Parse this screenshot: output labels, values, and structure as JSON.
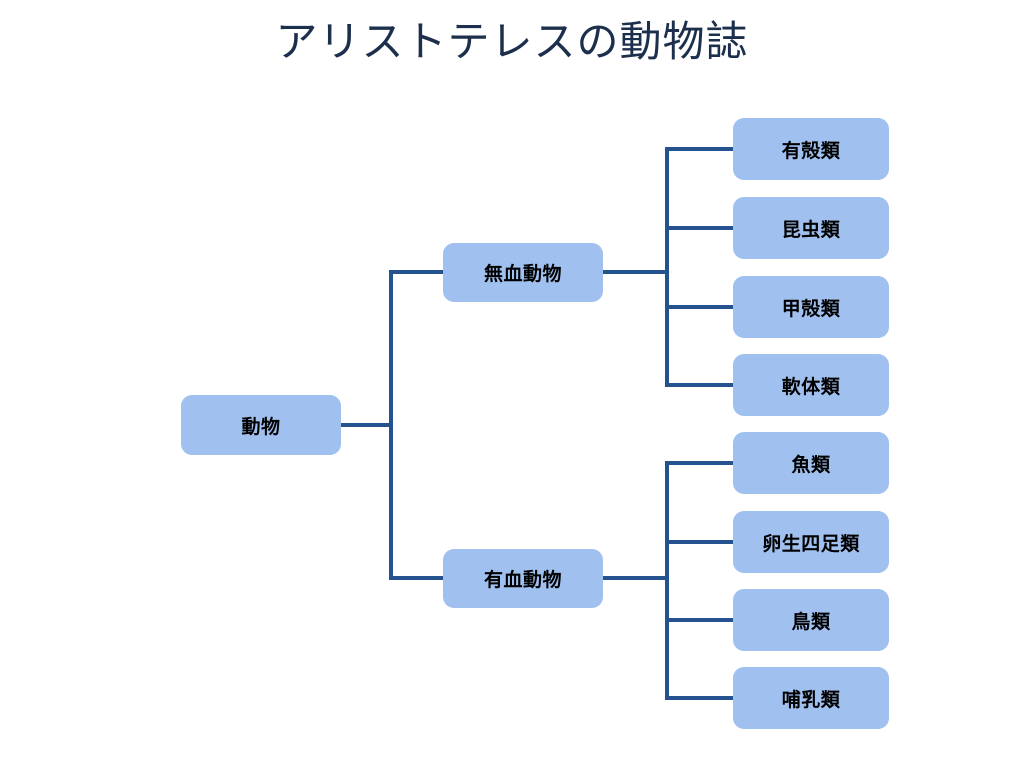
{
  "page": {
    "title": "アリストテレスの動物誌",
    "background_color": "#ffffff",
    "title_color": "#1c2f4c"
  },
  "theme": {
    "node_fill": "#a0c0f0",
    "node_text": "#000000",
    "connector_color": "#23528f"
  },
  "chart_data": {
    "type": "tree",
    "title": "アリストテレスの動物誌",
    "orientation": "left-to-right",
    "root": {
      "label": "動物",
      "children": [
        {
          "label": "無血動物",
          "children": [
            {
              "label": "有殻類"
            },
            {
              "label": "昆虫類"
            },
            {
              "label": "甲殻類"
            },
            {
              "label": "軟体類"
            }
          ]
        },
        {
          "label": "有血動物",
          "children": [
            {
              "label": "魚類"
            },
            {
              "label": "卵生四足類"
            },
            {
              "label": "鳥類"
            },
            {
              "label": "哺乳類"
            }
          ]
        }
      ]
    }
  },
  "tree": {
    "root": {
      "label": "動物"
    },
    "branches": [
      {
        "label": "無血動物"
      },
      {
        "label": "有血動物"
      }
    ],
    "leaves": [
      {
        "label": "有殻類"
      },
      {
        "label": "昆虫類"
      },
      {
        "label": "甲殻類"
      },
      {
        "label": "軟体類"
      },
      {
        "label": "魚類"
      },
      {
        "label": "卵生四足類"
      },
      {
        "label": "鳥類"
      },
      {
        "label": "哺乳類"
      }
    ]
  }
}
